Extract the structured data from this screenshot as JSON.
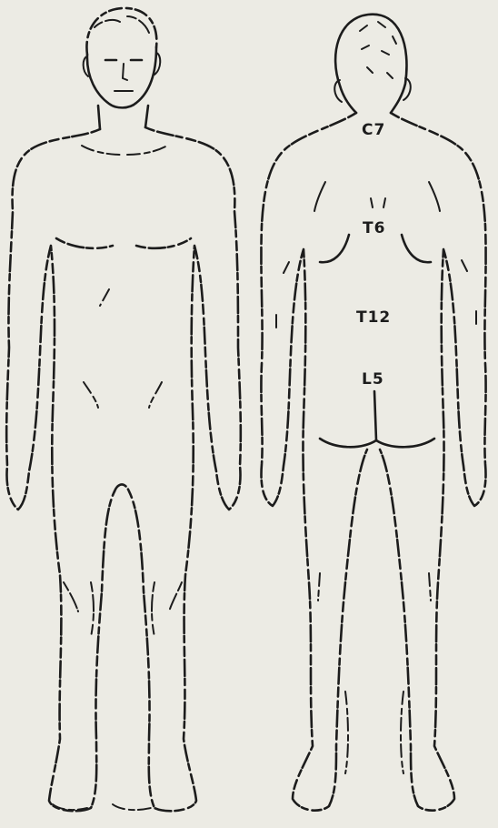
{
  "figure": {
    "views": [
      {
        "id": "anterior"
      },
      {
        "id": "posterior"
      }
    ],
    "spinal_labels": [
      {
        "text": "C7"
      },
      {
        "text": "T6"
      },
      {
        "text": "T12"
      },
      {
        "text": "L5"
      }
    ]
  },
  "colors": {
    "paper": "#ecebe4",
    "ink": "#1c1c1c"
  }
}
